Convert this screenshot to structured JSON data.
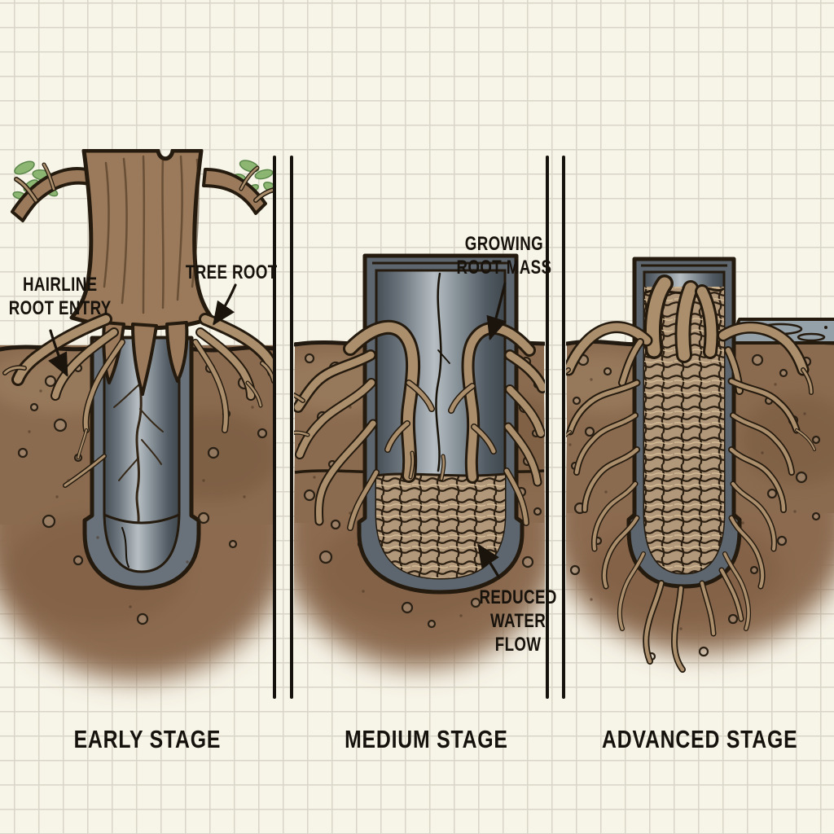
{
  "palette": {
    "paper": "#f7f4e8",
    "grid_line": "#d9d5c7",
    "ink": "#241a0e",
    "soil": "#8b6b4f",
    "soil_light": "#a88c6d",
    "soil_dark": "#6d5138",
    "trunk": "#9a7a5b",
    "root": "#ab8f6d",
    "leaf": "#83b169",
    "pipe_wall": "#5d666e",
    "pipe_highlight": "#b7bfc4",
    "water": "#95a1a9",
    "label_text": "#17120c"
  },
  "panels": [
    {
      "title": "EARLY STAGE",
      "annotations": [
        {
          "id": "hairline-root-entry",
          "lines": [
            "HAIRLINE",
            "ROOT ENTRY"
          ]
        },
        {
          "id": "tree-root",
          "lines": [
            "TREE ROOT"
          ]
        }
      ]
    },
    {
      "title": "MEDIUM STAGE",
      "annotations": [
        {
          "id": "growing-root-mass",
          "lines": [
            "GROWING",
            "ROOT MASS"
          ]
        },
        {
          "id": "reduced-water-flow",
          "lines": [
            "REDUCED",
            "WATER",
            "FLOW"
          ]
        }
      ]
    },
    {
      "title": "ADVANCED STAGE",
      "annotations": []
    }
  ]
}
